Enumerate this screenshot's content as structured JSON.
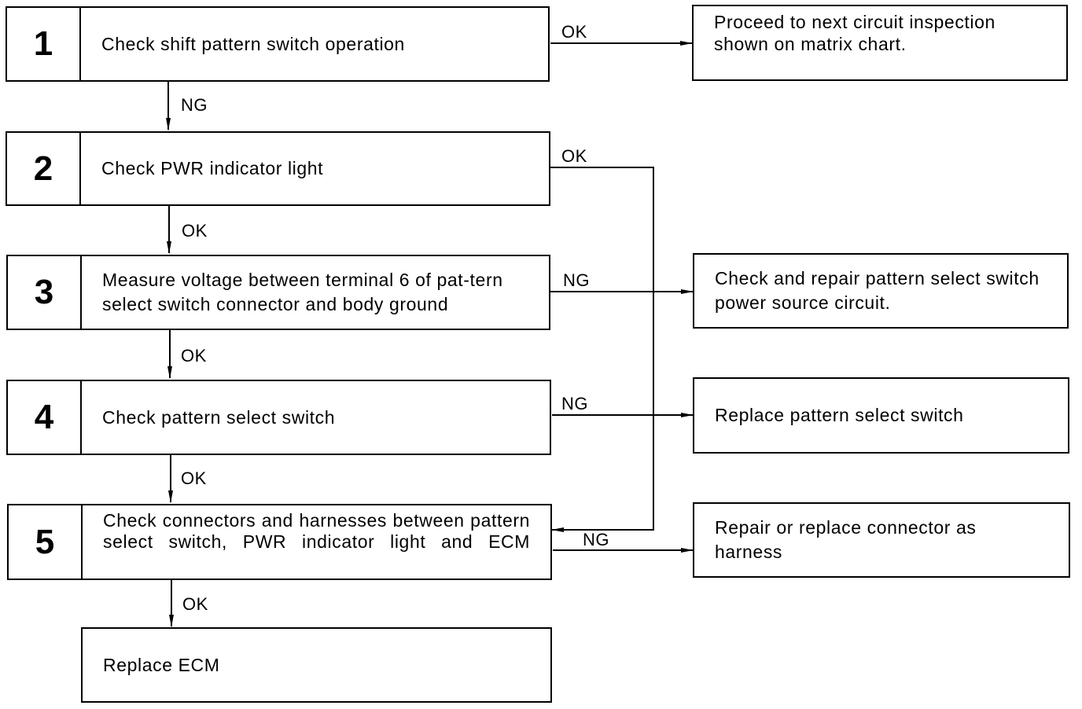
{
  "steps": [
    {
      "num": "1",
      "text": "Check shift pattern switch operation"
    },
    {
      "num": "2",
      "text": "Check PWR indicator light"
    },
    {
      "num": "3",
      "text": "Measure voltage between terminal 6 of pat-tern select switch connector and body ground"
    },
    {
      "num": "4",
      "text": "Check pattern select switch"
    },
    {
      "num": "5",
      "text": "Check connectors and harnesses between pattern select switch, PWR indicator light and ECM"
    }
  ],
  "final_box": "Replace ECM",
  "right_boxes": [
    {
      "text": "Proceed to next circuit inspection shown on matrix chart."
    },
    {
      "text": "Check and repair pattern select switch power source circuit."
    },
    {
      "text": "Replace pattern select switch"
    },
    {
      "text": "Repair or replace connector as harness"
    }
  ],
  "labels": {
    "s1_right": "OK",
    "s1_down": "NG",
    "s2_right": "OK",
    "s2_down": "OK",
    "s3_right": "NG",
    "s3_down": "OK",
    "s4_right": "NG",
    "s4_down": "OK",
    "s5_right": "NG",
    "s5_down": "OK"
  }
}
